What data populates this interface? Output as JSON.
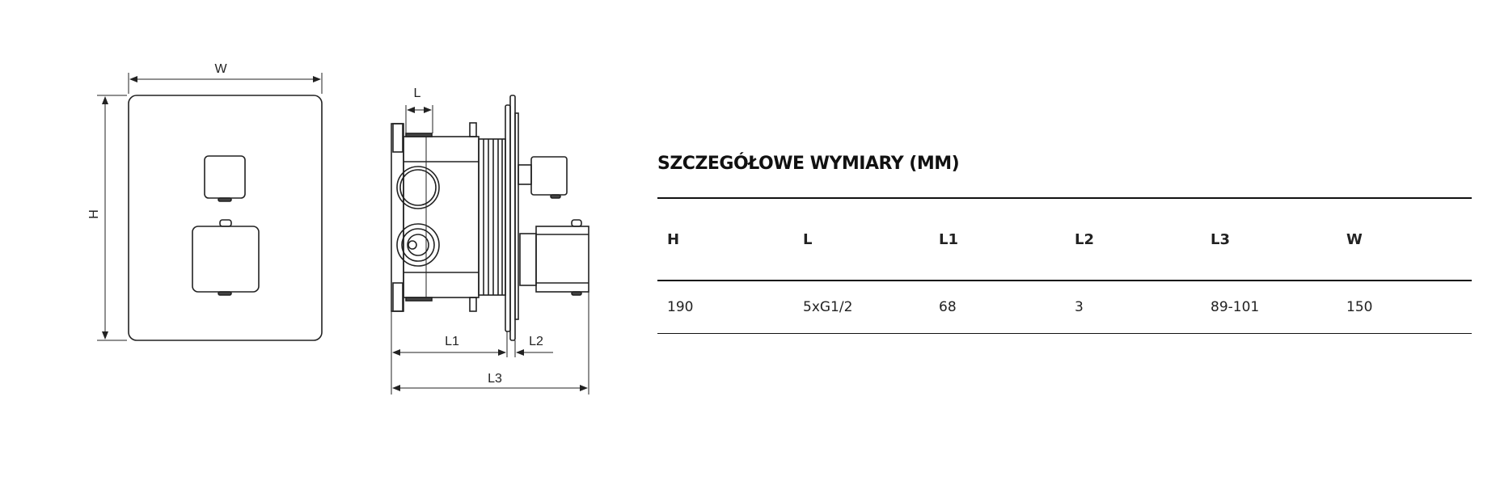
{
  "drawing": {
    "labels": {
      "W": "W",
      "H": "H",
      "L": "L",
      "L1": "L1",
      "L2": "L2",
      "L3": "L3"
    }
  },
  "table": {
    "title": "SZCZEGÓŁOWE WYMIARY (MM)",
    "headers": [
      "H",
      "L",
      "L1",
      "L2",
      "L3",
      "W"
    ],
    "values": [
      "190",
      "5xG1/2",
      "68",
      "3",
      "89-101",
      "150"
    ]
  }
}
